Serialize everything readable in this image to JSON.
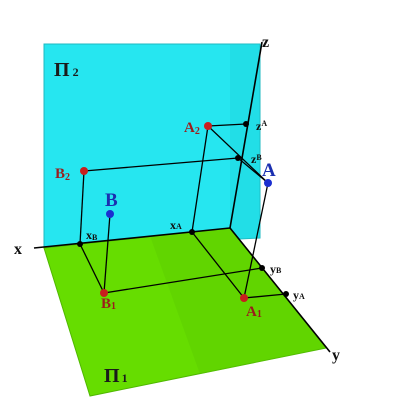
{
  "planes": {
    "frontal": {
      "name": "Π",
      "index": "2",
      "color": "#26e6f0"
    },
    "horizontal": {
      "name": "Π",
      "index": "1",
      "color": "#66dd00"
    }
  },
  "axes": {
    "x": "x",
    "y": "y",
    "z": "z"
  },
  "coordinates": {
    "xA": {
      "base": "x",
      "sub": "A"
    },
    "xB": {
      "base": "x",
      "sub": "B"
    },
    "yA": {
      "base": "y",
      "sub": "A"
    },
    "yB": {
      "base": "y",
      "sub": "B"
    },
    "zA": {
      "base": "z",
      "sub": "A"
    },
    "zB": {
      "base": "z",
      "sub": "B"
    }
  },
  "projections": {
    "A2": {
      "base": "A",
      "sub": "2"
    },
    "B2": {
      "base": "B",
      "sub": "2"
    },
    "A1": {
      "base": "A",
      "sub": "1"
    },
    "B1": {
      "base": "B",
      "sub": "1"
    }
  },
  "points": {
    "A": "A",
    "B": "B"
  },
  "colors": {
    "projection": "#c81e1e",
    "point": "#1b2fd0",
    "line": "#000000"
  }
}
